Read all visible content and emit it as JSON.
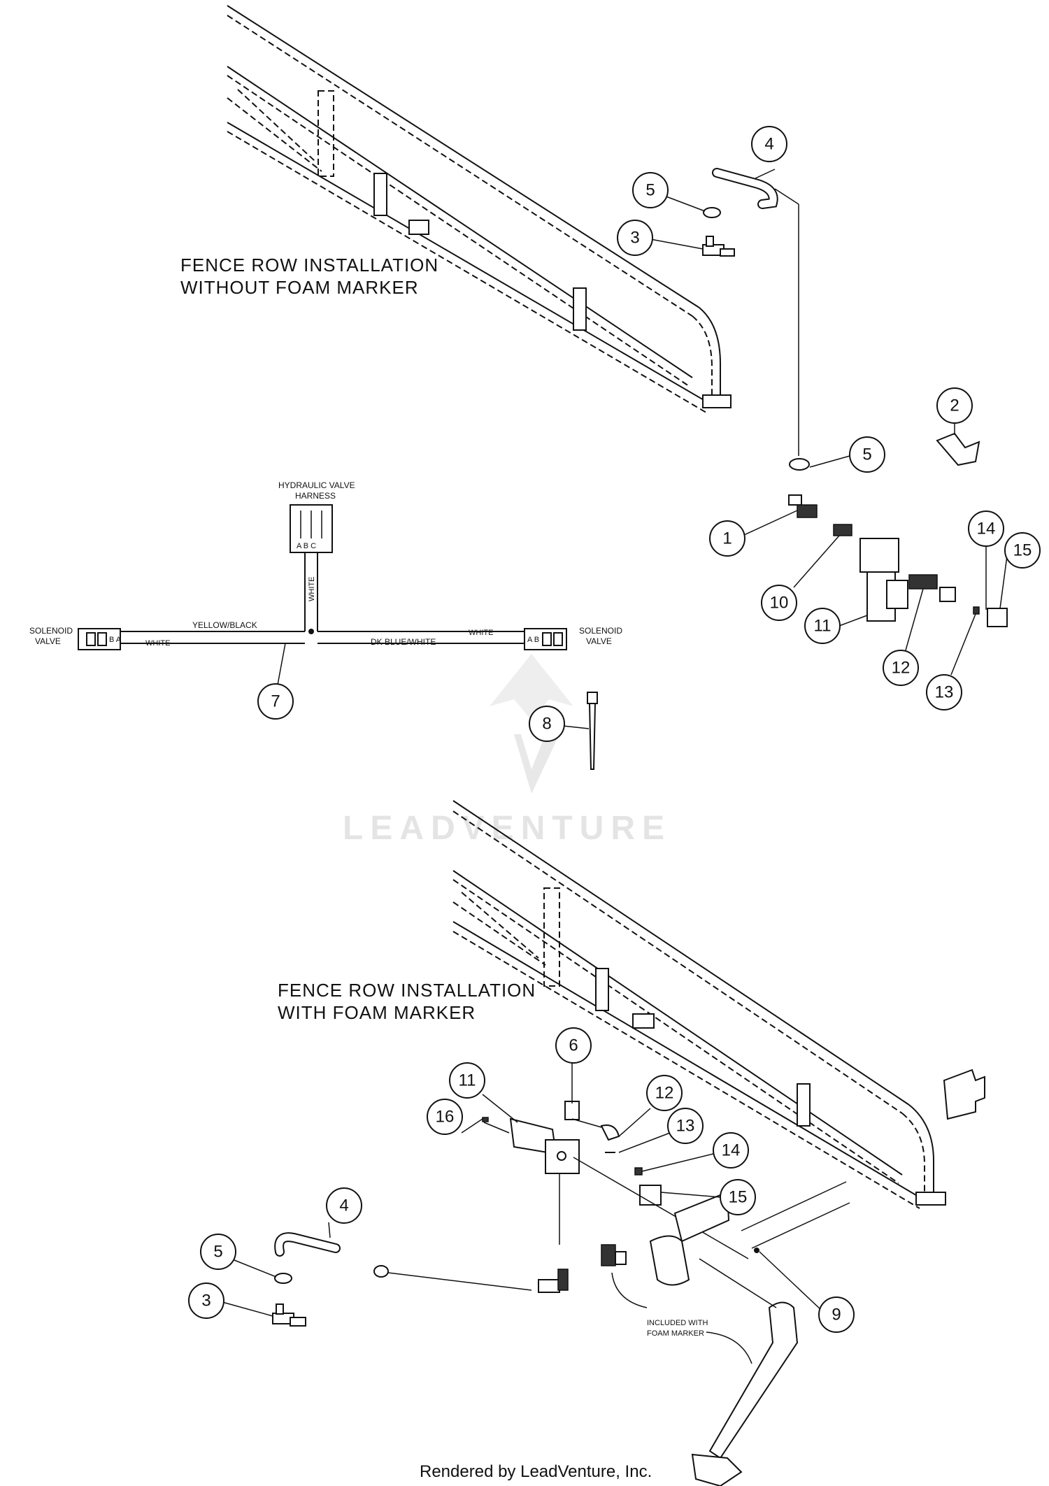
{
  "captions": {
    "top": [
      "FENCE ROW INSTALLATION",
      "WITHOUT FOAM MARKER"
    ],
    "bottom": [
      "FENCE ROW INSTALLATION",
      "WITH FOAM MARKER"
    ]
  },
  "harness": {
    "hydraulic_label": [
      "HYDRAULIC VALVE",
      "HARNESS"
    ],
    "left_label": [
      "SOLENOID",
      "VALVE"
    ],
    "right_label": [
      "SOLENOID",
      "VALVE"
    ],
    "wire_vertical": "WHITE",
    "wire_yellow_black": "YELLOW/BLACK",
    "wire_white_left": "WHITE",
    "wire_dk_blue": "DK BLUE/WHITE",
    "wire_white_right": "WHITE",
    "pins_top": "A B C",
    "pins_left": "B A",
    "pins_right": "A B"
  },
  "callouts": {
    "top": [
      "4",
      "5",
      "3",
      "2",
      "5",
      "1",
      "10",
      "11",
      "12",
      "13",
      "14",
      "15"
    ],
    "middle": [
      "7",
      "8"
    ],
    "bottom": [
      "6",
      "11",
      "12",
      "13",
      "16",
      "14",
      "15",
      "4",
      "5",
      "3",
      "9"
    ]
  },
  "included_note": [
    "INCLUDED WITH",
    "FOAM MARKER"
  ],
  "watermark": "LEADVENTURE",
  "footer": "Rendered by LeadVenture, Inc."
}
